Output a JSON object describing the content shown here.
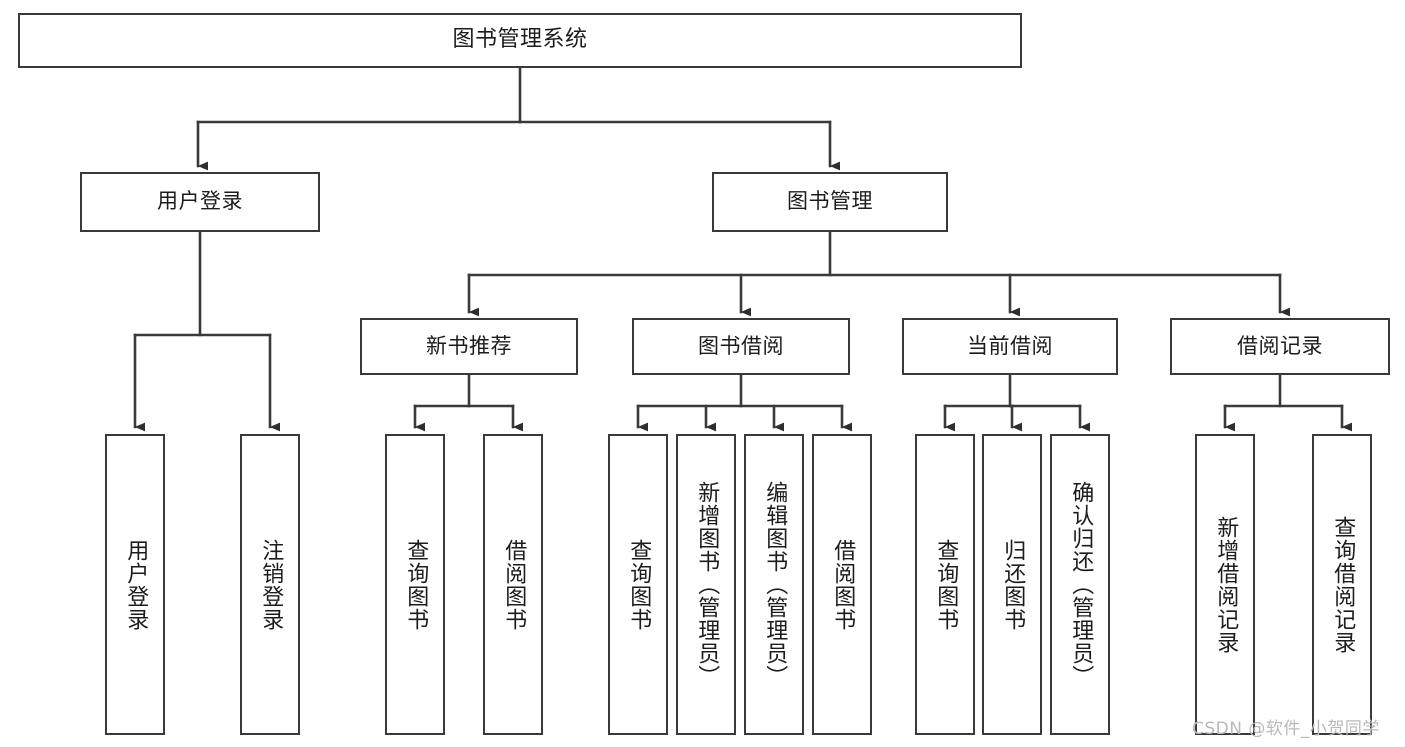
{
  "diagram": {
    "title": "图书管理系统",
    "type": "tree-hierarchy-chart",
    "stroke_color": "#3a3a3a",
    "fill_color": "#ffffff",
    "text_color": "#1c1c1c"
  },
  "root": {
    "label": "图书管理系统"
  },
  "level2": [
    {
      "label": "用户登录"
    },
    {
      "label": "图书管理"
    }
  ],
  "level3": [
    {
      "label": "新书推荐"
    },
    {
      "label": "图书借阅"
    },
    {
      "label": "当前借阅"
    },
    {
      "label": "借阅记录"
    }
  ],
  "leaves": {
    "user_login": [
      {
        "label": "用户登录"
      },
      {
        "label": "注销登录"
      }
    ],
    "new_book": [
      {
        "label": "查询图书"
      },
      {
        "label": "借阅图书"
      }
    ],
    "book_borrow": [
      {
        "label": "查询图书"
      },
      {
        "label": "新增图书（管理员）"
      },
      {
        "label": "编辑图书（管理员）"
      },
      {
        "label": "借阅图书"
      }
    ],
    "current_borrow": [
      {
        "label": "查询图书"
      },
      {
        "label": "归还图书"
      },
      {
        "label": "确认归还（管理员）"
      }
    ],
    "borrow_record": [
      {
        "label": "新增借阅记录"
      },
      {
        "label": "查询借阅记录"
      }
    ]
  },
  "watermark": {
    "text": "CSDN @软件_小贺同学"
  }
}
